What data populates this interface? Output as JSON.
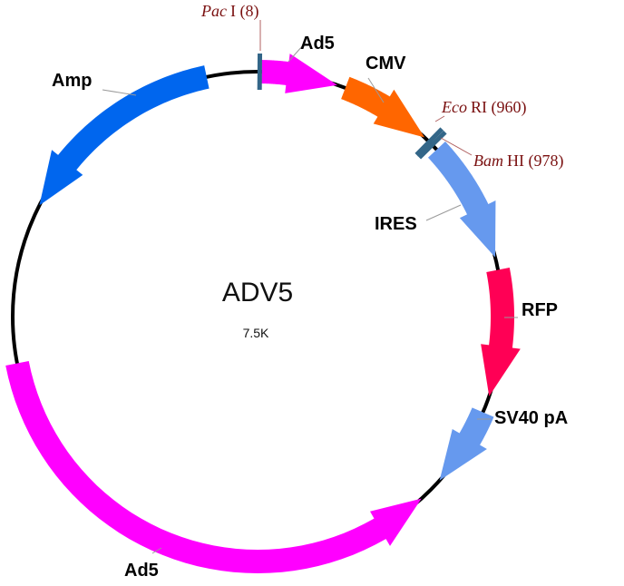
{
  "plasmid": {
    "name": "ADV5",
    "size_label": "7.5K"
  },
  "colors": {
    "backbone": "#000000",
    "ad5": "#ff00ff",
    "cmv": "#ff6600",
    "ires": "#6699ee",
    "rfp": "#ff0055",
    "sv40": "#6699ee",
    "amp": "#0066ee",
    "site_marker": "#336688",
    "site_text": "#7a1010"
  },
  "features": [
    {
      "id": "ad5-left",
      "label": "Ad5",
      "color": "ad5"
    },
    {
      "id": "cmv",
      "label": "CMV",
      "color": "cmv"
    },
    {
      "id": "ires",
      "label": "IRES",
      "color": "ires"
    },
    {
      "id": "rfp",
      "label": "RFP",
      "color": "rfp"
    },
    {
      "id": "sv40",
      "label": "SV40 pA",
      "color": "sv40"
    },
    {
      "id": "ad5-right",
      "label": "Ad5",
      "color": "ad5"
    },
    {
      "id": "amp",
      "label": "Amp",
      "color": "amp"
    }
  ],
  "sites": [
    {
      "id": "pac",
      "enzyme": "Pac",
      "suffix": "I (8)"
    },
    {
      "id": "eco",
      "enzyme": "Eco",
      "suffix": "RI (960)"
    },
    {
      "id": "bam",
      "enzyme": "Bam",
      "suffix": "HI (978)"
    }
  ]
}
